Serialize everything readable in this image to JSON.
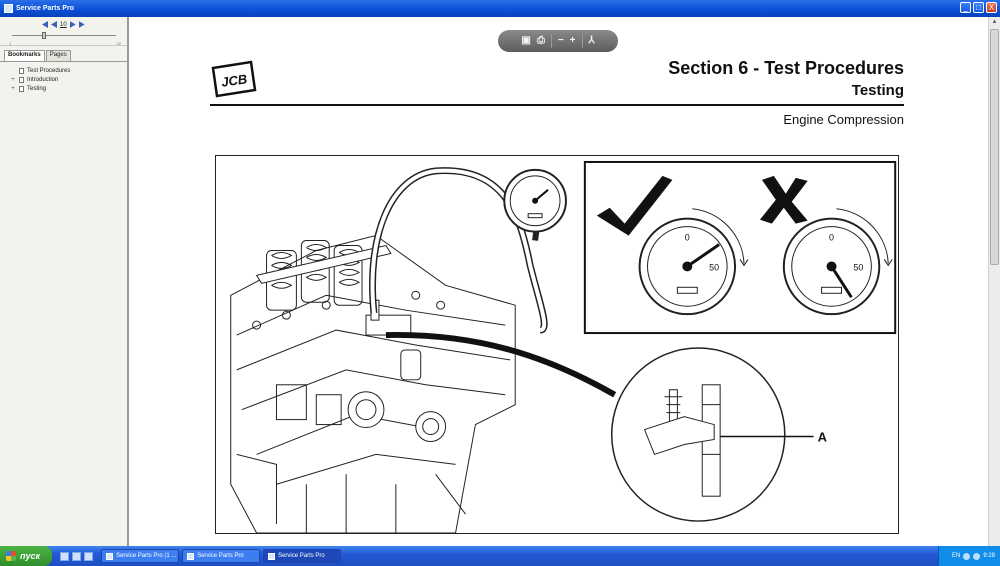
{
  "window": {
    "title": "Service Parts Pro",
    "buttons": [
      "_",
      "□",
      "X"
    ]
  },
  "navigator": {
    "page_number": "10",
    "slider_min": "1",
    "slider_max": "32",
    "tabs": [
      {
        "label": "Bookmarks",
        "active": true
      },
      {
        "label": "Pages",
        "active": false
      }
    ],
    "tree": [
      {
        "label": "Test Procedures",
        "expander": ""
      },
      {
        "label": "Introduction",
        "expander": "+"
      },
      {
        "label": "Testing",
        "expander": "+"
      }
    ]
  },
  "document": {
    "logo_text": "JCB",
    "section_title": "Section 6 - Test Procedures",
    "subsection_title": "Testing",
    "topic": "Engine Compression",
    "figure": {
      "gauge_zero": "0",
      "gauge_fifty": "50",
      "callout": "A"
    }
  },
  "floating_toolbar": {
    "icons": [
      "save-icon",
      "print-icon",
      "zoom-out-icon",
      "zoom-in-icon",
      "acrobat-icon"
    ],
    "zoom_out": "−",
    "zoom_in": "+"
  },
  "taskbar": {
    "start_label": "пуск",
    "tasks": [
      {
        "label": "Service Parts Pro (1 ...",
        "active": false
      },
      {
        "label": "Service Parts Pro",
        "active": false
      },
      {
        "label": "Service Parts Pro",
        "active": true
      }
    ],
    "lang": "EN",
    "clock": "9:28"
  },
  "colors": {
    "titlebar": "#0a4fd6",
    "taskbar": "#2359d4",
    "start": "#3fa33a"
  }
}
